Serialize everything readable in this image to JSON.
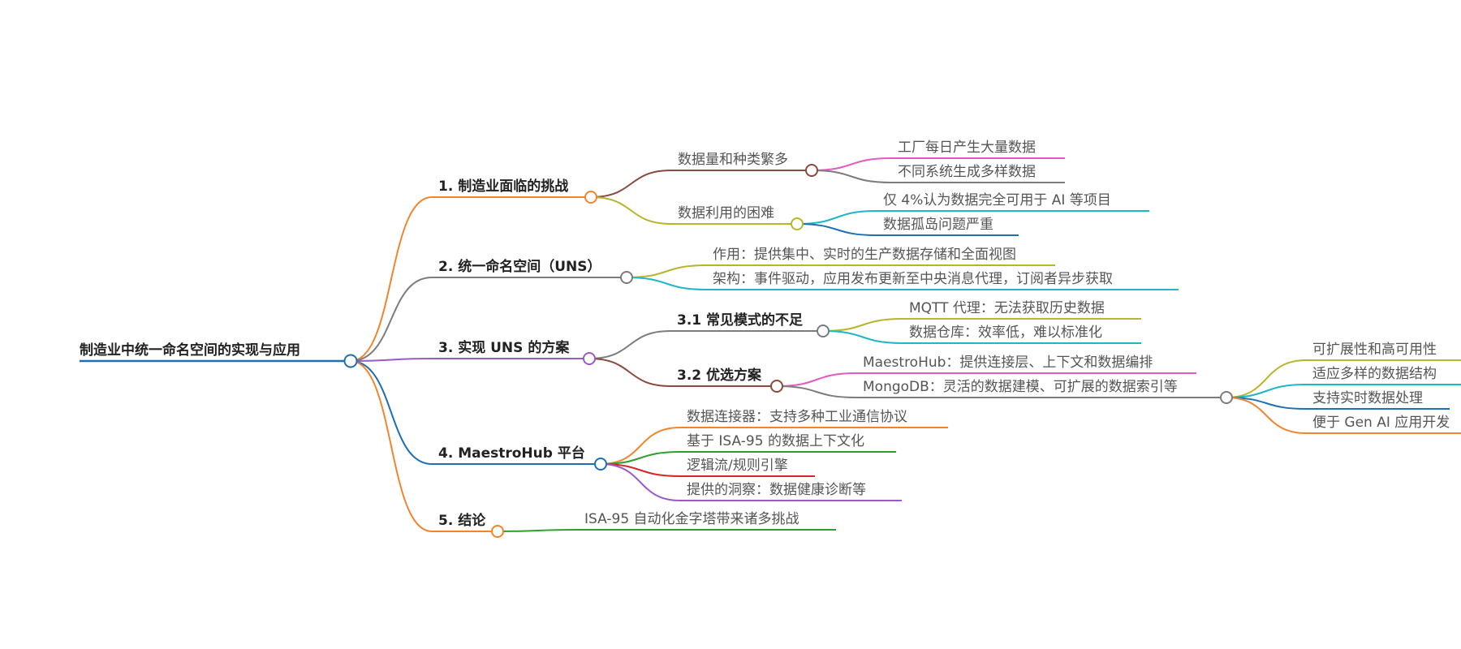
{
  "root": {
    "label": "制造业中统一命名空间的实现与应用"
  },
  "branches": {
    "b1": {
      "label": "1. 制造业面临的挑战",
      "c1": {
        "label": "数据量和种类繁多",
        "l1": "工厂每日产生大量数据",
        "l2": "不同系统生成多样数据"
      },
      "c2": {
        "label": "数据利用的困难",
        "l1": "仅 4%认为数据完全可用于 AI 等项目",
        "l2": "数据孤岛问题严重"
      }
    },
    "b2": {
      "label": "2. 统一命名空间（UNS）",
      "l1": "作用：提供集中、实时的生产数据存储和全面视图",
      "l2": "架构：事件驱动，应用发布更新至中央消息代理，订阅者异步获取"
    },
    "b3": {
      "label": "3. 实现 UNS 的方案",
      "s1": {
        "label": "3.1 常见模式的不足",
        "l1": "MQTT 代理：无法获取历史数据",
        "l2": "数据仓库：效率低，难以标准化"
      },
      "s2": {
        "label": "3.2 优选方案",
        "l1": "MaestroHub：提供连接层、上下文和数据编排",
        "mongo": {
          "label": "MongoDB：灵活的数据建模、可扩展的数据索引等",
          "l1": "可扩展性和高可用性",
          "l2": "适应多样的数据结构",
          "l3": "支持实时数据处理",
          "l4": "便于 Gen AI 应用开发"
        }
      }
    },
    "b4": {
      "label": "4. MaestroHub 平台",
      "l1": "数据连接器：支持多种工业通信协议",
      "l2": "基于 ISA-95 的数据上下文化",
      "l3": "逻辑流/规则引擎",
      "l4": "提供的洞察：数据健康诊断等"
    },
    "b5": {
      "label": "5. 结论",
      "l1": "ISA-95 自动化金字塔带来诸多挑战"
    }
  },
  "colors": {
    "root": "#1f6fb5",
    "orange": "#f0852d",
    "gray": "#7c7c7c",
    "purple": "#9b59c6",
    "brown": "#8a4a3e",
    "pink": "#e15bc0",
    "olive": "#b7b52a",
    "cyan": "#1fb6c8",
    "blue": "#1f6fb5",
    "green": "#2ca02c",
    "red": "#d62728"
  }
}
